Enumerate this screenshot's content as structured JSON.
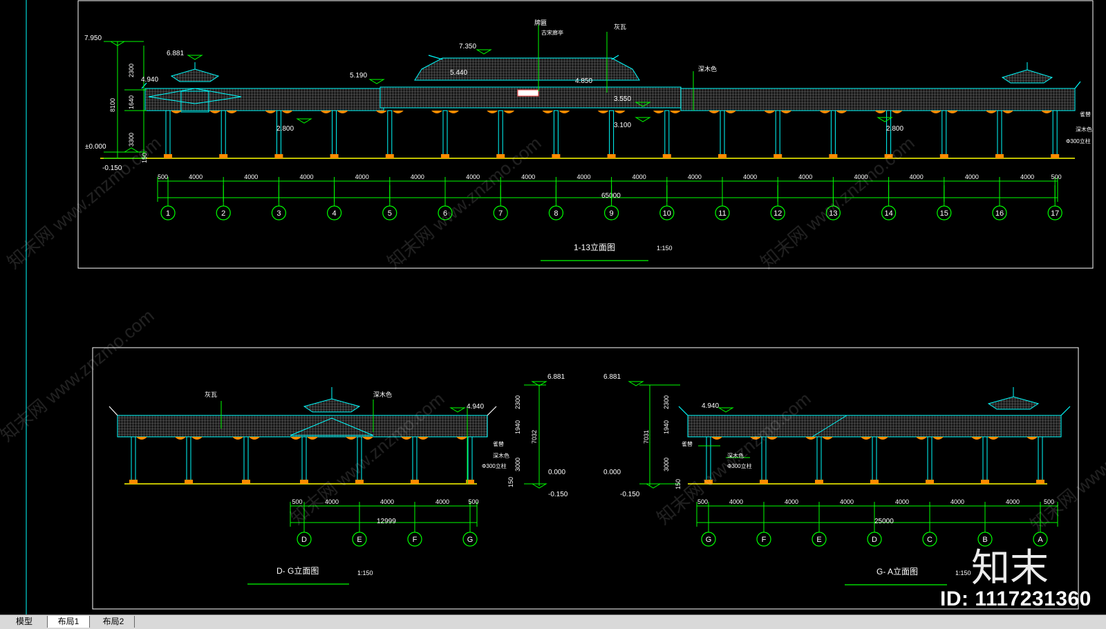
{
  "colors": {
    "background": "#000000",
    "frame": "#ffffff",
    "cyan": "#00ffff",
    "green": "#00ff00",
    "ground": "#ffff00",
    "orange": "#ff8c00",
    "roof": "#8c8c8c"
  },
  "drawing_top": {
    "title": "1-13立面图",
    "scale": "1:150",
    "elevations": {
      "ridge": "7.950",
      "pavilion_top": "6.881",
      "pavilion_eave": "4.940",
      "corridor_eave": "5.190",
      "main_top": "7.350",
      "main_mid": "5.440",
      "main_mid2": "4.850",
      "main_low": "3.550",
      "beam": "3.100",
      "beam_left": "2.800",
      "beam_right": "2.800",
      "ground": "±0.000",
      "below": "-0.150"
    },
    "vertical_dims": [
      "2300",
      "1640",
      "3300",
      "150"
    ],
    "vertical_total": "8100",
    "horizontal_dims": [
      "500",
      "4000",
      "4000",
      "4000",
      "4000",
      "4000",
      "4000",
      "4000",
      "4000",
      "4000",
      "4000",
      "4000",
      "4000",
      "4000",
      "4000",
      "4000",
      "4000",
      "500"
    ],
    "total": "65000",
    "axes": [
      "1",
      "2",
      "3",
      "4",
      "5",
      "6",
      "7",
      "8",
      "9",
      "10",
      "11",
      "12",
      "13",
      "14",
      "15",
      "16",
      "17"
    ],
    "labels": {
      "plaque": "牌匾",
      "plaque_sub": "古宋廊亭",
      "roof_tile": "灰瓦",
      "wood_color": "深木色",
      "railing": "雀替",
      "wood_color_right": "深木色",
      "column": "Φ300立柱"
    }
  },
  "drawing_dg": {
    "title": "D- G立面图",
    "scale": "1:150",
    "labels": {
      "roof_tile": "灰瓦",
      "wood_color": "深木色",
      "railing": "雀替",
      "wood_color2": "深木色",
      "column": "Φ300立柱"
    },
    "elev_top": "4.940",
    "horizontal_dims": [
      "500",
      "4000",
      "4000",
      "4000",
      "500"
    ],
    "total": "12999",
    "axes": [
      "D",
      "E",
      "F",
      "G"
    ]
  },
  "section_left": {
    "top": "6.881",
    "ground": "0.000",
    "below": "-0.150",
    "dims": [
      "2300",
      "1940",
      "3000",
      "150"
    ],
    "total": "7032"
  },
  "section_right": {
    "top": "6.881",
    "ground": "0.000",
    "below": "-0.150",
    "dims": [
      "2300",
      "1940",
      "3000"
    ],
    "total": "7031",
    "base": "150"
  },
  "drawing_ga": {
    "title": "G- A立面图",
    "scale": "1:150",
    "labels": {
      "railing": "雀替",
      "wood_color": "深木色",
      "column": "Φ300立柱"
    },
    "elev_top": "4.940",
    "horizontal_dims": [
      "500",
      "4000",
      "4000",
      "4000",
      "4000",
      "4000",
      "4000",
      "500"
    ],
    "total": "25000",
    "axes": [
      "G",
      "F",
      "E",
      "D",
      "C",
      "B",
      "A"
    ]
  },
  "tabs": [
    {
      "label": "模型",
      "active": false
    },
    {
      "label": "布局1",
      "active": true
    },
    {
      "label": "布局2",
      "active": false
    }
  ],
  "watermark": {
    "logo": "知末",
    "id": "ID: 1117231360",
    "site": "知末网 www.znzmo.com"
  }
}
